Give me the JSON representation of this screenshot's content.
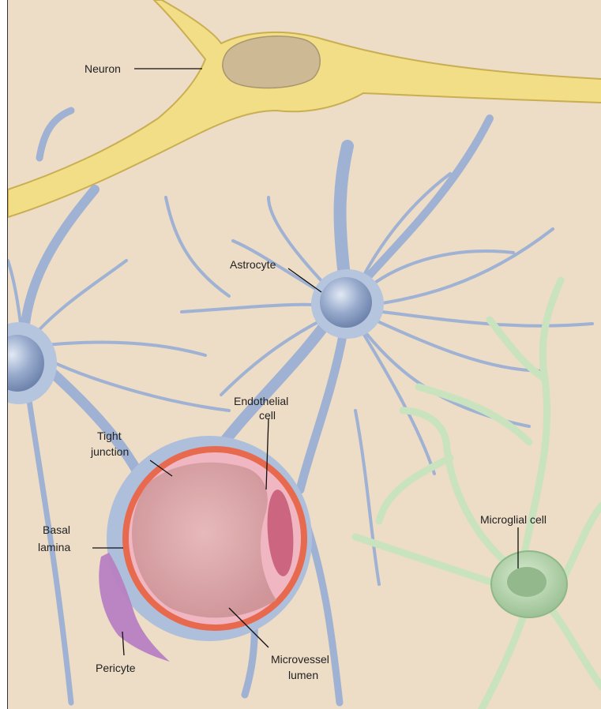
{
  "labels": {
    "neuron": "Neuron",
    "astrocyte": "Astrocyte",
    "endothelial_line1": "Endothelial",
    "endothelial_line2": "cell",
    "tight_line1": "Tight",
    "tight_line2": "junction",
    "basal_line1": "Basal",
    "basal_line2": "lamina",
    "pericyte": "Pericyte",
    "microvessel_line1": "Microvessel",
    "microvessel_line2": "lumen",
    "microglial": "Microglial cell"
  },
  "colors": {
    "background": "#eddcc6",
    "neuron": "#f2de86",
    "neuron_outline": "#c9ae52",
    "nucleus": "#cdb993",
    "astrocyte": "#bccbe0",
    "astrocyte_outline": "#8ea2c3",
    "astro_body": "#8fa4c8",
    "basal_lamina": "#e86a4e",
    "endothelium": "#f0b6c1",
    "lumen": "#dba7a9",
    "endo_nucleus": "#cc6680",
    "pericyte": "#b77fc2",
    "microglia": "#c9e3bf",
    "microglia_outline": "#8fb888",
    "microglia_nucleus": "#93b88c"
  }
}
